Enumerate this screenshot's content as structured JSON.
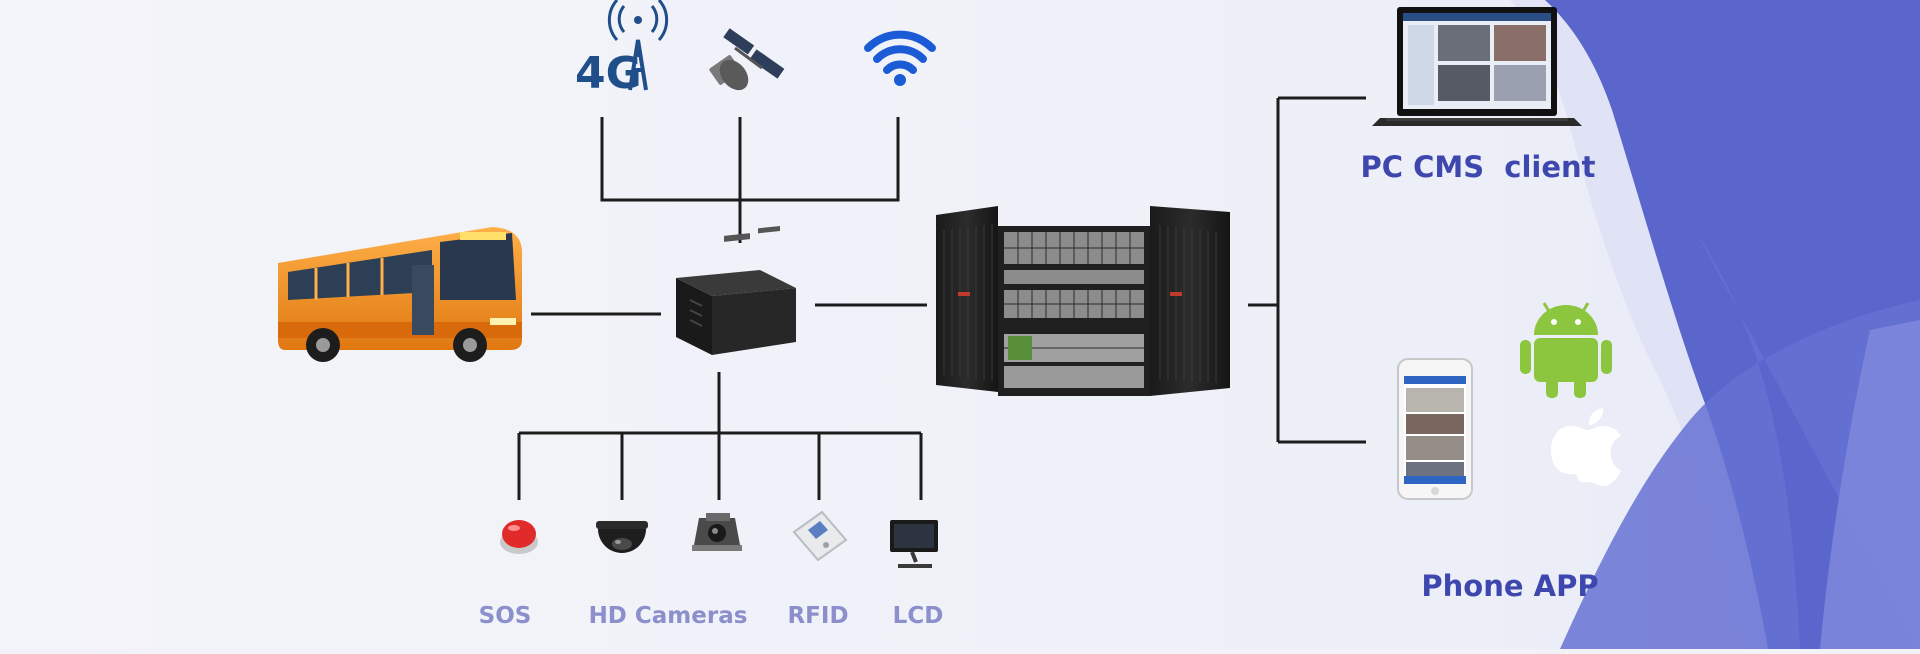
{
  "header_icons": [
    {
      "icon": "cellular-4g-tower-icon",
      "text": "4G"
    },
    {
      "icon": "satellite-icon"
    },
    {
      "icon": "wifi-icon"
    }
  ],
  "center": {
    "vehicle_icon": "bus-icon",
    "recorder_icon": "mobile-dvr-icon",
    "server_icon": "server-rack-icon"
  },
  "peripherals": [
    {
      "label": "SOS",
      "icon": "sos-button-icon"
    },
    {
      "label": "HD Cameras",
      "icon": "dome-camera-icon"
    },
    {
      "label": "",
      "icon": "mini-camera-icon"
    },
    {
      "label": "RFID",
      "icon": "rfid-reader-icon"
    },
    {
      "label": "LCD",
      "icon": "lcd-monitor-icon"
    }
  ],
  "clients": {
    "pc_label": "PC CMS  client",
    "pc_icon": "laptop-icon",
    "phone_label": "Phone APP",
    "phone_icon": "smartphone-icon",
    "platform_icons": [
      "android-icon",
      "apple-icon"
    ]
  },
  "colors": {
    "line": "#1c1c1c",
    "wifi": "#1b5bd6",
    "bus": "#f0901e",
    "accent_label": "#3e47ad",
    "small_label": "#8b8fcc",
    "android": "#8cc63e",
    "decor_blue": "#5b67cd"
  }
}
